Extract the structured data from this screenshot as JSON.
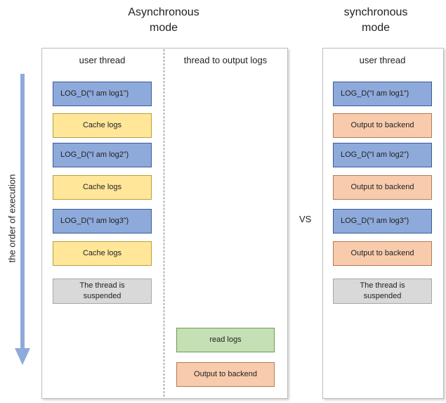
{
  "titles": {
    "async": [
      "Asynchronous",
      "mode"
    ],
    "sync": [
      "synchronous",
      "mode"
    ]
  },
  "vertical_label": "the order of execution",
  "vs_label": "VS",
  "async_panel": {
    "user_header": "user thread",
    "output_header": "thread to output logs",
    "user_items": [
      {
        "kind": "log",
        "text": "LOG_D(“I am log1”)"
      },
      {
        "kind": "cache",
        "text": "Cache logs"
      },
      {
        "kind": "log",
        "text": "LOG_D(“I am log2”)"
      },
      {
        "kind": "cache",
        "text": "Cache logs"
      },
      {
        "kind": "log",
        "text": "LOG_D(“I am log3”)"
      },
      {
        "kind": "cache",
        "text": "Cache logs"
      },
      {
        "kind": "susp",
        "text": "The thread is suspended"
      }
    ],
    "output_items": [
      {
        "kind": "read",
        "text": "read logs"
      },
      {
        "kind": "out",
        "text": "Output to backend"
      }
    ]
  },
  "sync_panel": {
    "user_header": "user thread",
    "user_items": [
      {
        "kind": "log",
        "text": "LOG_D(“I am log1”)"
      },
      {
        "kind": "out",
        "text": "Output to backend"
      },
      {
        "kind": "log",
        "text": "LOG_D(“I am log2”)"
      },
      {
        "kind": "out",
        "text": "Output to backend"
      },
      {
        "kind": "log",
        "text": "LOG_D(“I am log3”)"
      },
      {
        "kind": "out",
        "text": "Output to backend"
      },
      {
        "kind": "susp",
        "text": "The thread is suspended"
      }
    ]
  },
  "colors": {
    "log": "#8eaadb",
    "cache": "#ffe699",
    "suspended": "#d9d9d9",
    "read": "#c5e0b4",
    "output": "#f8cbad",
    "arrow": "#8eaadb"
  }
}
